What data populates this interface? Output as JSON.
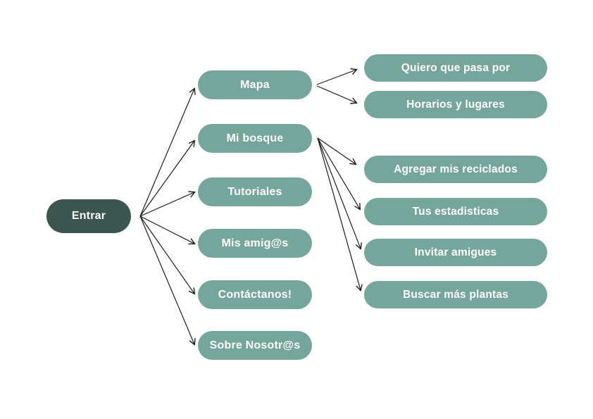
{
  "diagram": {
    "type": "sitemap-flowchart",
    "background_color": "#ffffff",
    "colors": {
      "root_node": "#3a564e",
      "child_node": "#75a69b",
      "node_text": "#ffffff",
      "arrow": "#1c1c1c"
    },
    "root": {
      "id": "entrar",
      "label": "Entrar"
    },
    "level1": [
      {
        "id": "mapa",
        "label": "Mapa"
      },
      {
        "id": "mi-bosque",
        "label": "Mi bosque"
      },
      {
        "id": "tutoriales",
        "label": "Tutoriales"
      },
      {
        "id": "mis-amigos",
        "label": "Mis amig@s"
      },
      {
        "id": "contactanos",
        "label": "Contáctanos!"
      },
      {
        "id": "sobre-nosotros",
        "label": "Sobre Nosotr@s"
      }
    ],
    "mapa_children": [
      {
        "id": "quiero-que-pasa-por",
        "label": "Quiero que pasa por"
      },
      {
        "id": "horarios-y-lugares",
        "label": "Horarios y lugares"
      }
    ],
    "bosque_children": [
      {
        "id": "agregar-mis-reciclados",
        "label": "Agregar mis reciclados"
      },
      {
        "id": "tus-estadisticas",
        "label": "Tus estadisticas"
      },
      {
        "id": "invitar-amigues",
        "label": "Invitar amigues"
      },
      {
        "id": "buscar-mas-plantas",
        "label": "Buscar más plantas"
      }
    ],
    "edges": [
      {
        "from": "entrar",
        "to": "mapa"
      },
      {
        "from": "entrar",
        "to": "mi-bosque"
      },
      {
        "from": "entrar",
        "to": "tutoriales"
      },
      {
        "from": "entrar",
        "to": "mis-amigos"
      },
      {
        "from": "entrar",
        "to": "contactanos"
      },
      {
        "from": "entrar",
        "to": "sobre-nosotros"
      },
      {
        "from": "mapa",
        "to": "quiero-que-pasa-por"
      },
      {
        "from": "mapa",
        "to": "horarios-y-lugares"
      },
      {
        "from": "mi-bosque",
        "to": "agregar-mis-reciclados"
      },
      {
        "from": "mi-bosque",
        "to": "tus-estadisticas"
      },
      {
        "from": "mi-bosque",
        "to": "invitar-amigues"
      },
      {
        "from": "mi-bosque",
        "to": "buscar-mas-plantas"
      }
    ]
  }
}
